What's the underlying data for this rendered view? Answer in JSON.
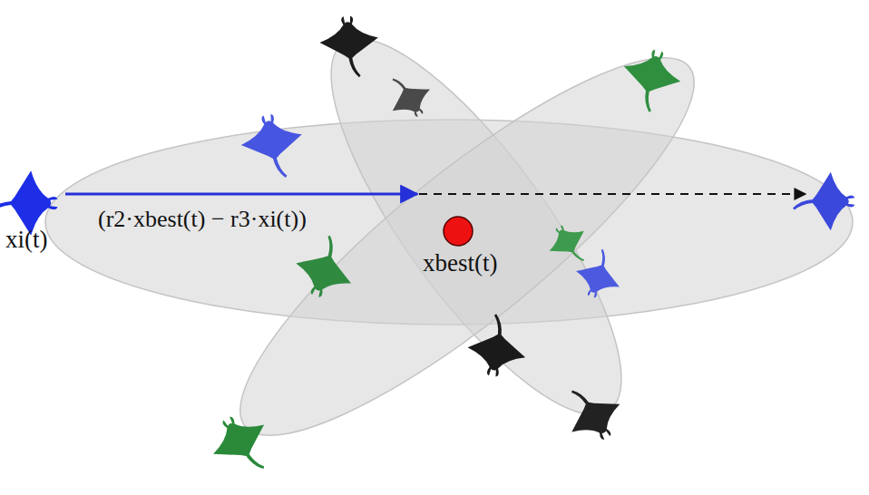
{
  "diagram": {
    "labels": [
      "xi(t)",
      "(r2·xbest(t) − r3·xi(t))",
      "xbest(t)"
    ]
  }
}
